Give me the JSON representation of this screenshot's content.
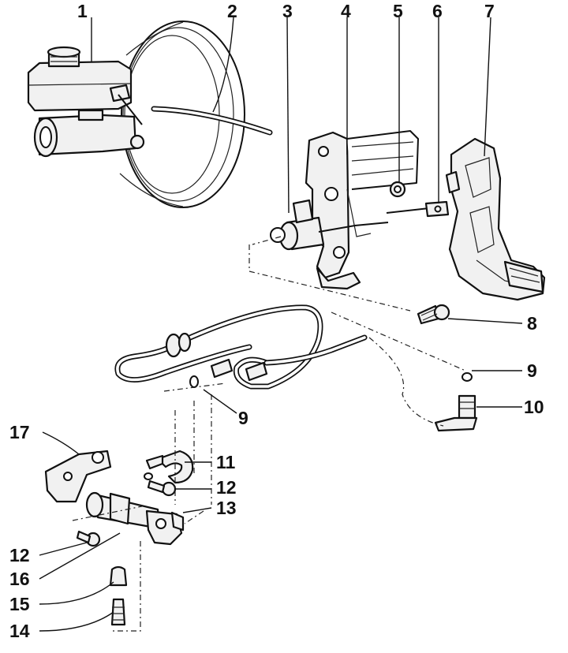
{
  "callouts": {
    "c1": "1",
    "c2": "2",
    "c3": "3",
    "c4": "4",
    "c5": "5",
    "c6": "6",
    "c7": "7",
    "c8": "8",
    "c9a": "9",
    "c9b": "9",
    "c10": "10",
    "c11": "11",
    "c12a": "12",
    "c13": "13",
    "c17": "17",
    "c12b": "12",
    "c16": "16",
    "c15": "15",
    "c14": "14"
  }
}
